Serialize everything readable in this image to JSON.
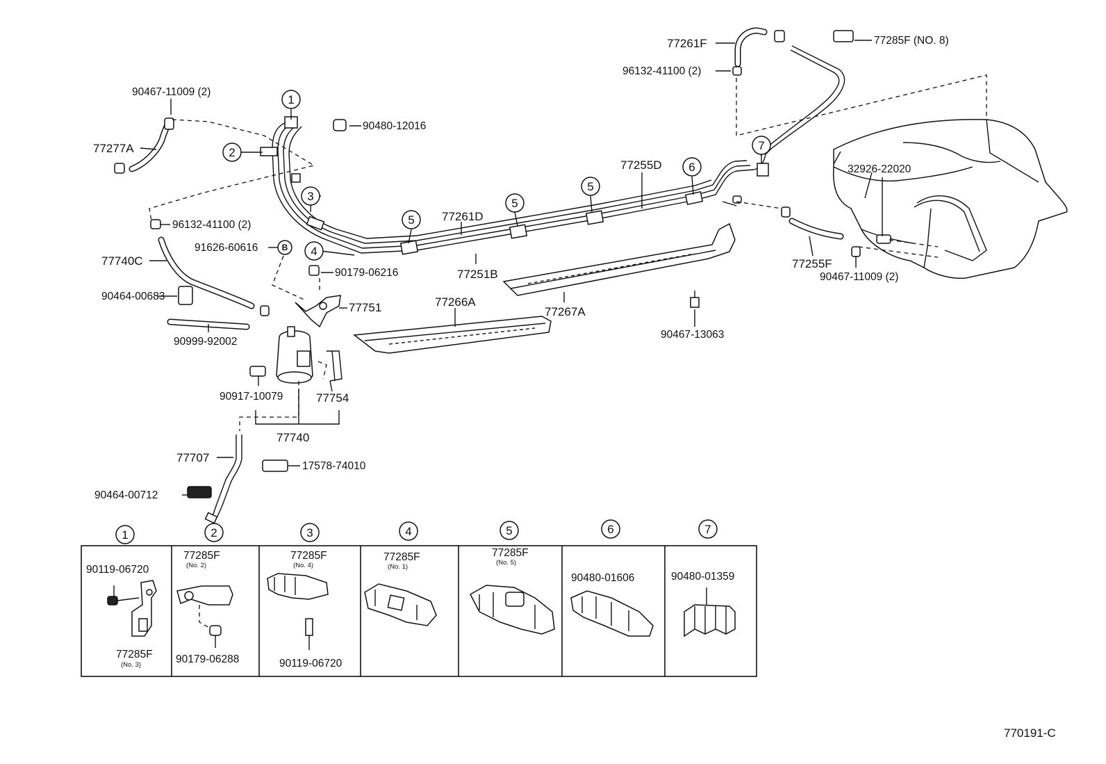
{
  "diagram_code": "770191-C",
  "parts": {
    "p77261F": "77261F",
    "p77285F_no8": "77285F (NO. 8)",
    "p96132_top": "96132-41100 (2)",
    "p90467_11009_top": "90467-11009 (2)",
    "p90480_12016": "90480-12016",
    "p77277A": "77277A",
    "p96132_left": "96132-41100 (2)",
    "p91626": "91626-60616",
    "p77740C": "77740C",
    "p90179_06216": "90179-06216",
    "p90464_00683": "90464-00683",
    "p77751": "77751",
    "p90999": "90999-92002",
    "p90917": "90917-10079",
    "p77754": "77754",
    "p77740": "77740",
    "p77707": "77707",
    "p17578": "17578-74010",
    "p90464_00712": "90464-00712",
    "p77261D": "77261D",
    "p77251B": "77251B",
    "p77255D": "77255D",
    "p77266A": "77266A",
    "p77267A": "77267A",
    "p90467_13063": "90467-13063",
    "p32926": "32926-22020",
    "p77255F": "77255F",
    "p90467_11009_right": "90467-11009 (2)",
    "ref_B": "B"
  },
  "callouts": [
    "1",
    "2",
    "3",
    "4",
    "5",
    "6",
    "7"
  ],
  "detail_table": [
    {
      "num": "1",
      "part_top": "90119-06720",
      "part_top_sub": "",
      "part_bottom": "77285F",
      "part_bottom_sub": "(No. 3)"
    },
    {
      "num": "2",
      "part_top": "77285F",
      "part_top_sub": "(No. 2)",
      "part_bottom": "90179-06288",
      "part_bottom_sub": ""
    },
    {
      "num": "3",
      "part_top": "77285F",
      "part_top_sub": "(No. 4)",
      "part_bottom": "90119-06720",
      "part_bottom_sub": ""
    },
    {
      "num": "4",
      "part_top": "77285F",
      "part_top_sub": "(No. 1)",
      "part_bottom": "",
      "part_bottom_sub": ""
    },
    {
      "num": "5",
      "part_top": "77285F",
      "part_top_sub": "(No. 5)",
      "part_bottom": "",
      "part_bottom_sub": ""
    },
    {
      "num": "6",
      "part_top": "90480-01606",
      "part_top_sub": "",
      "part_bottom": "",
      "part_bottom_sub": ""
    },
    {
      "num": "7",
      "part_top": "90480-01359",
      "part_top_sub": "",
      "part_bottom": "",
      "part_bottom_sub": ""
    }
  ]
}
